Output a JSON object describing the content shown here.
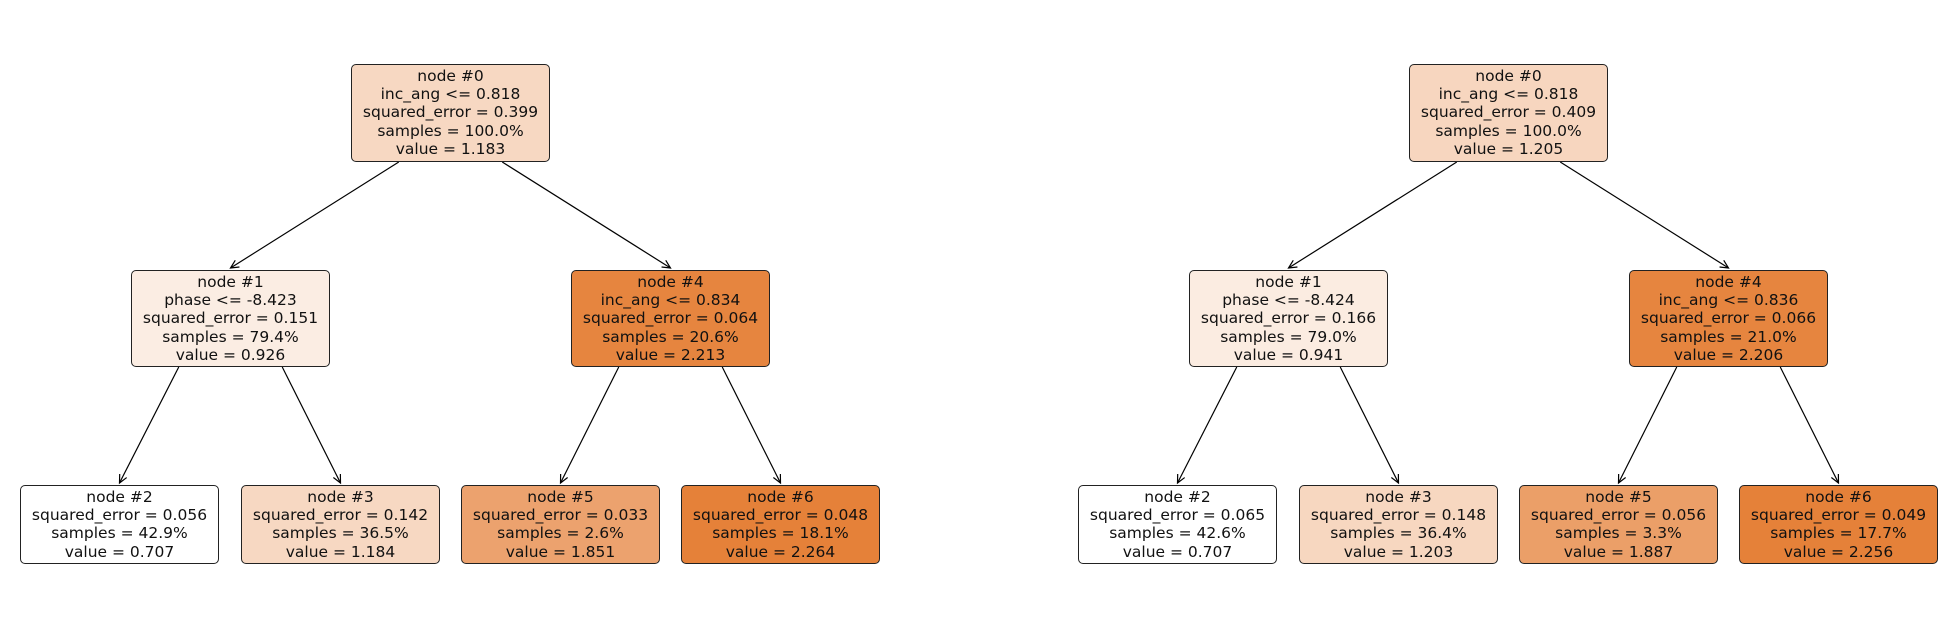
{
  "trees": [
    {
      "nodes": [
        {
          "id": "n0",
          "lines": [
            "node #0",
            "inc_ang <= 0.818",
            "squared_error = 0.399",
            "samples = 100.0%",
            "value = 1.183"
          ],
          "value": 1.183
        },
        {
          "id": "n1",
          "lines": [
            "node #1",
            "phase <= -8.423",
            "squared_error = 0.151",
            "samples = 79.4%",
            "value = 0.926"
          ],
          "value": 0.926
        },
        {
          "id": "n2",
          "lines": [
            "node #2",
            "squared_error = 0.056",
            "samples = 42.9%",
            "value = 0.707"
          ],
          "value": 0.707
        },
        {
          "id": "n3",
          "lines": [
            "node #3",
            "squared_error = 0.142",
            "samples = 36.5%",
            "value = 1.184"
          ],
          "value": 1.184
        },
        {
          "id": "n4",
          "lines": [
            "node #4",
            "inc_ang <= 0.834",
            "squared_error = 0.064",
            "samples = 20.6%",
            "value = 2.213"
          ],
          "value": 2.213
        },
        {
          "id": "n5",
          "lines": [
            "node #5",
            "squared_error = 0.033",
            "samples = 2.6%",
            "value = 1.851"
          ],
          "value": 1.851
        },
        {
          "id": "n6",
          "lines": [
            "node #6",
            "squared_error = 0.048",
            "samples = 18.1%",
            "value = 2.264"
          ],
          "value": 2.264
        }
      ],
      "edges": [
        [
          "n0",
          "n1"
        ],
        [
          "n0",
          "n4"
        ],
        [
          "n1",
          "n2"
        ],
        [
          "n1",
          "n3"
        ],
        [
          "n4",
          "n5"
        ],
        [
          "n4",
          "n6"
        ]
      ]
    },
    {
      "nodes": [
        {
          "id": "n0",
          "lines": [
            "node #0",
            "inc_ang <= 0.818",
            "squared_error = 0.409",
            "samples = 100.0%",
            "value = 1.205"
          ],
          "value": 1.205
        },
        {
          "id": "n1",
          "lines": [
            "node #1",
            "phase <= -8.424",
            "squared_error = 0.166",
            "samples = 79.0%",
            "value = 0.941"
          ],
          "value": 0.941
        },
        {
          "id": "n2",
          "lines": [
            "node #2",
            "squared_error = 0.065",
            "samples = 42.6%",
            "value = 0.707"
          ],
          "value": 0.707
        },
        {
          "id": "n3",
          "lines": [
            "node #3",
            "squared_error = 0.148",
            "samples = 36.4%",
            "value = 1.203"
          ],
          "value": 1.203
        },
        {
          "id": "n4",
          "lines": [
            "node #4",
            "inc_ang <= 0.836",
            "squared_error = 0.066",
            "samples = 21.0%",
            "value = 2.206"
          ],
          "value": 2.206
        },
        {
          "id": "n5",
          "lines": [
            "node #5",
            "squared_error = 0.056",
            "samples = 3.3%",
            "value = 1.887"
          ],
          "value": 1.887
        },
        {
          "id": "n6",
          "lines": [
            "node #6",
            "squared_error = 0.049",
            "samples = 17.7%",
            "value = 2.256"
          ],
          "value": 2.256
        }
      ],
      "edges": [
        [
          "n0",
          "n1"
        ],
        [
          "n0",
          "n4"
        ],
        [
          "n1",
          "n2"
        ],
        [
          "n1",
          "n3"
        ],
        [
          "n4",
          "n5"
        ],
        [
          "n4",
          "n6"
        ]
      ]
    }
  ],
  "colors": {
    "low": "#ffffff",
    "high": "#e58139",
    "border": "#222222",
    "edge": "#000000"
  }
}
